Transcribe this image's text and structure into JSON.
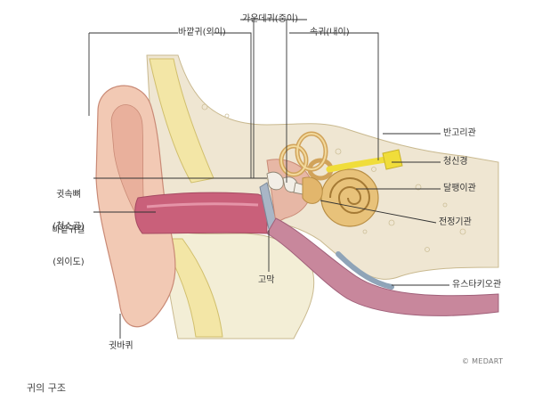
{
  "labels": {
    "outer_ear": "바깥귀(외이)",
    "middle_ear": "가운데귀(중이)",
    "inner_ear": "속귀(내이)",
    "semicircular": "반고리관",
    "auditory_nerve": "청신경",
    "cochlea": "달팽이관",
    "vestibule": "전정기관",
    "eustachian": "유스타키오관",
    "eardrum": "고막",
    "ossicles_1": "귓속뼈",
    "ossicles_2": "(청소골)",
    "ear_canal_1": "바깥귀길",
    "ear_canal_2": "(외이도)",
    "auricle": "귓바퀴"
  },
  "caption": "귀의 구조",
  "credit": "© MEDART",
  "colors": {
    "skin": "#f2c9b4",
    "skin_shadow": "#d99a86",
    "bone": "#efe6d2",
    "cartilage": "#f3e6a6",
    "canal": "#c9607a",
    "tube": "#b98ea8",
    "cochlea": "#e8c27a",
    "nerve": "#f0dd3a",
    "line": "#333333"
  }
}
